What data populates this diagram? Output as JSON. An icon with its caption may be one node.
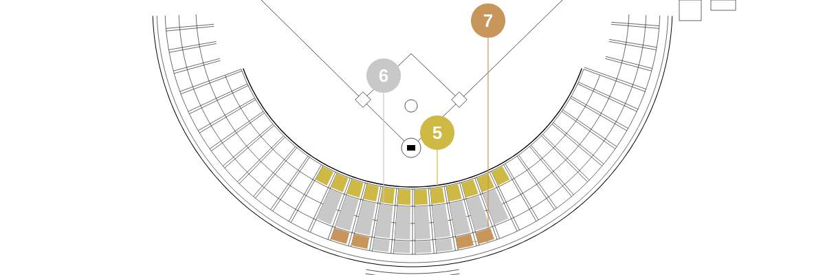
{
  "diagram": {
    "nodes": [
      {
        "text": [
          "7"
        ]
      },
      {
        "text": [
          "6"
        ]
      },
      {
        "text": [
          "5"
        ]
      },
      {
        "text": [],
        "shape": "box"
      },
      {
        "text": [],
        "shape": "box"
      },
      {
        "text": [],
        "shape": "box"
      },
      {
        "text": [],
        "shape": "box"
      },
      {
        "text": [],
        "shape": "box"
      },
      {
        "text": [],
        "shape": "box"
      },
      {
        "text": [],
        "shape": "box"
      },
      {
        "text": [],
        "shape": "box"
      },
      {
        "text": [],
        "shape": "box"
      },
      {
        "text": [],
        "shape": "box"
      },
      {
        "text": [],
        "shape": "box"
      },
      {
        "text": [],
        "shape": "box"
      },
      {
        "text": [],
        "shape": "box"
      },
      {
        "text": [],
        "shape": "box"
      },
      {
        "text": [],
        "shape": "box"
      },
      {
        "text": [],
        "shape": "box"
      },
      {
        "text": [],
        "shape": "box"
      },
      {
        "text": [],
        "shape": "box"
      },
      {
        "text": [],
        "shape": "box"
      },
      {
        "text": [],
        "shape": "box"
      },
      {
        "text": [],
        "shape": "box"
      },
      {
        "text": [],
        "shape": "box"
      },
      {
        "text": [],
        "shape": "box"
      },
      {
        "text": [],
        "shape": "box"
      },
      {
        "text": [],
        "shape": "box"
      },
      {
        "text": [],
        "shape": "box"
      },
      {
        "text": [],
        "shape": "box"
      },
      {
        "text": [],
        "shape": "box"
      },
      {
        "text": [],
        "shape": "box"
      },
      {
        "text": [],
        "shape": "box"
      }
    ],
    "edges": [
      {
        "from": 0,
        "to": 31,
        "arrow": "none",
        "color": "#c8955a"
      },
      {
        "from": 1,
        "to": 18,
        "arrow": "none",
        "color": "#c8c8c8"
      },
      {
        "from": 2,
        "to": 10,
        "arrow": "none",
        "color": "#cdb944"
      }
    ]
  }
}
